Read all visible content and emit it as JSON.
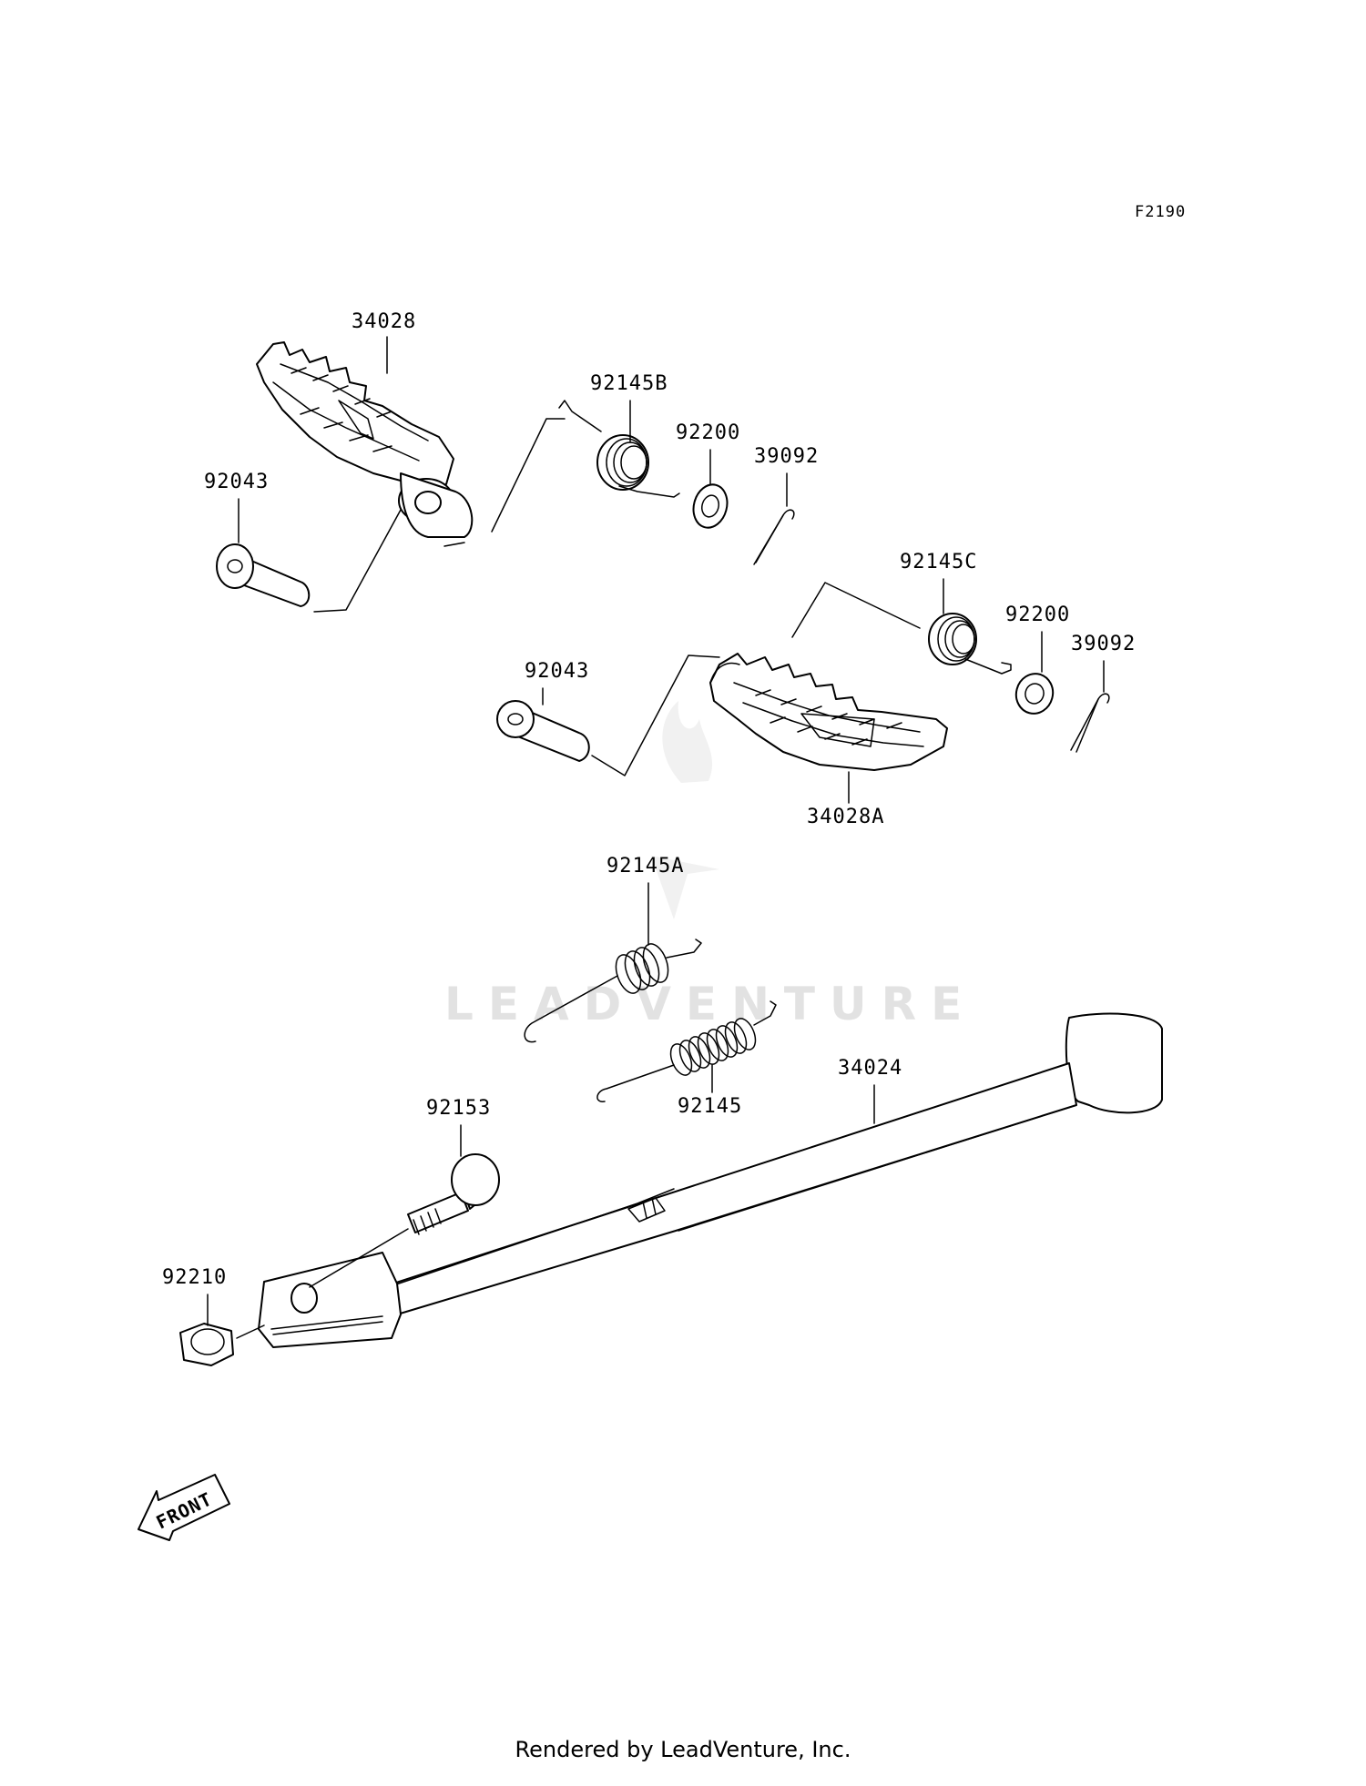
{
  "figure_code": "F2190",
  "labels": {
    "peg_right": "34028",
    "spring_b": "92145B",
    "washer_1": "92200",
    "pin_1": "39092",
    "peg_pin_1": "92043",
    "spring_c": "92145C",
    "washer_2": "92200",
    "pin_2": "39092",
    "peg_pin_2": "92043",
    "peg_left": "34028A",
    "spring_a": "92145A",
    "spring": "92145",
    "side_stand": "34024",
    "stand_bolt": "92153",
    "stand_nut": "92210"
  },
  "front_label": "FRONT",
  "watermark": "LEADVENTURE",
  "footer": "Rendered by LeadVenture, Inc."
}
